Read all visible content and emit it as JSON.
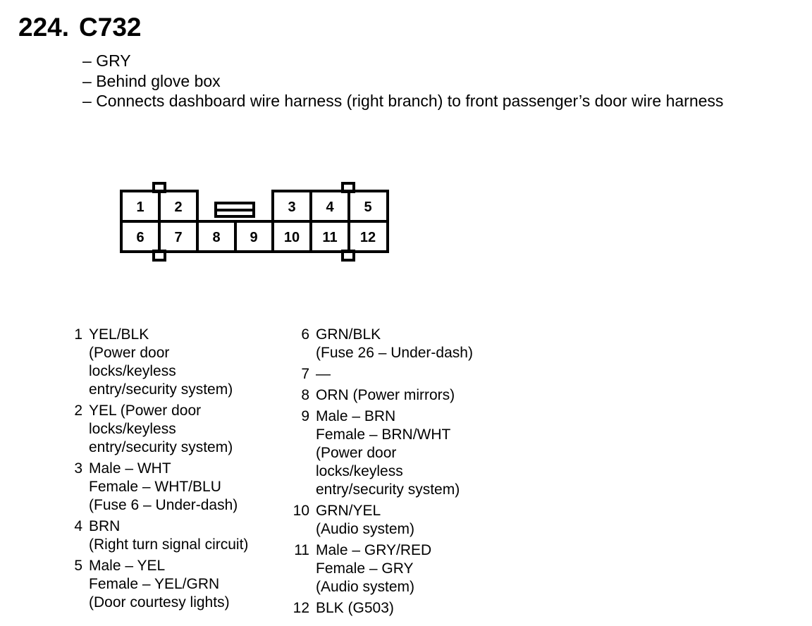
{
  "connector": {
    "number": "224.",
    "name": "C732",
    "notes": [
      "GRY",
      "Behind glove box",
      "Connects dashboard wire harness (right branch) to front passenger’s door wire harness"
    ]
  },
  "cavities": [
    {
      "label": "1"
    },
    {
      "label": "2"
    },
    {
      "label": "3"
    },
    {
      "label": "4"
    },
    {
      "label": "5"
    },
    {
      "label": "6"
    },
    {
      "label": "7"
    },
    {
      "label": "8"
    },
    {
      "label": "9"
    },
    {
      "label": "10"
    },
    {
      "label": "11"
    },
    {
      "label": "12"
    }
  ],
  "pins_left": [
    {
      "num": "1",
      "lines": [
        "YEL/BLK",
        "(Power door",
        "locks/keyless",
        "entry/security system)"
      ]
    },
    {
      "num": "2",
      "lines": [
        "YEL (Power door",
        "locks/keyless",
        "entry/security system)"
      ]
    },
    {
      "num": "3",
      "lines": [
        "Male – WHT",
        "Female – WHT/BLU",
        "(Fuse 6 – Under-dash)"
      ]
    },
    {
      "num": "4",
      "lines": [
        "BRN",
        "(Right turn signal circuit)"
      ]
    },
    {
      "num": "5",
      "lines": [
        "Male – YEL",
        "Female – YEL/GRN",
        "(Door courtesy lights)"
      ]
    }
  ],
  "pins_right": [
    {
      "num": "6",
      "lines": [
        "GRN/BLK",
        "(Fuse 26 – Under-dash)"
      ]
    },
    {
      "num": "7",
      "lines": [
        "—"
      ]
    },
    {
      "num": "8",
      "lines": [
        "ORN (Power mirrors)"
      ]
    },
    {
      "num": "9",
      "lines": [
        "Male – BRN",
        "Female – BRN/WHT",
        "(Power door",
        "locks/keyless",
        "entry/security system)"
      ]
    },
    {
      "num": "10",
      "lines": [
        "GRN/YEL",
        "(Audio system)"
      ]
    },
    {
      "num": "11",
      "lines": [
        "Male – GRY/RED",
        "Female – GRY",
        "(Audio system)"
      ]
    },
    {
      "num": "12",
      "lines": [
        "BLK (G503)"
      ]
    }
  ]
}
